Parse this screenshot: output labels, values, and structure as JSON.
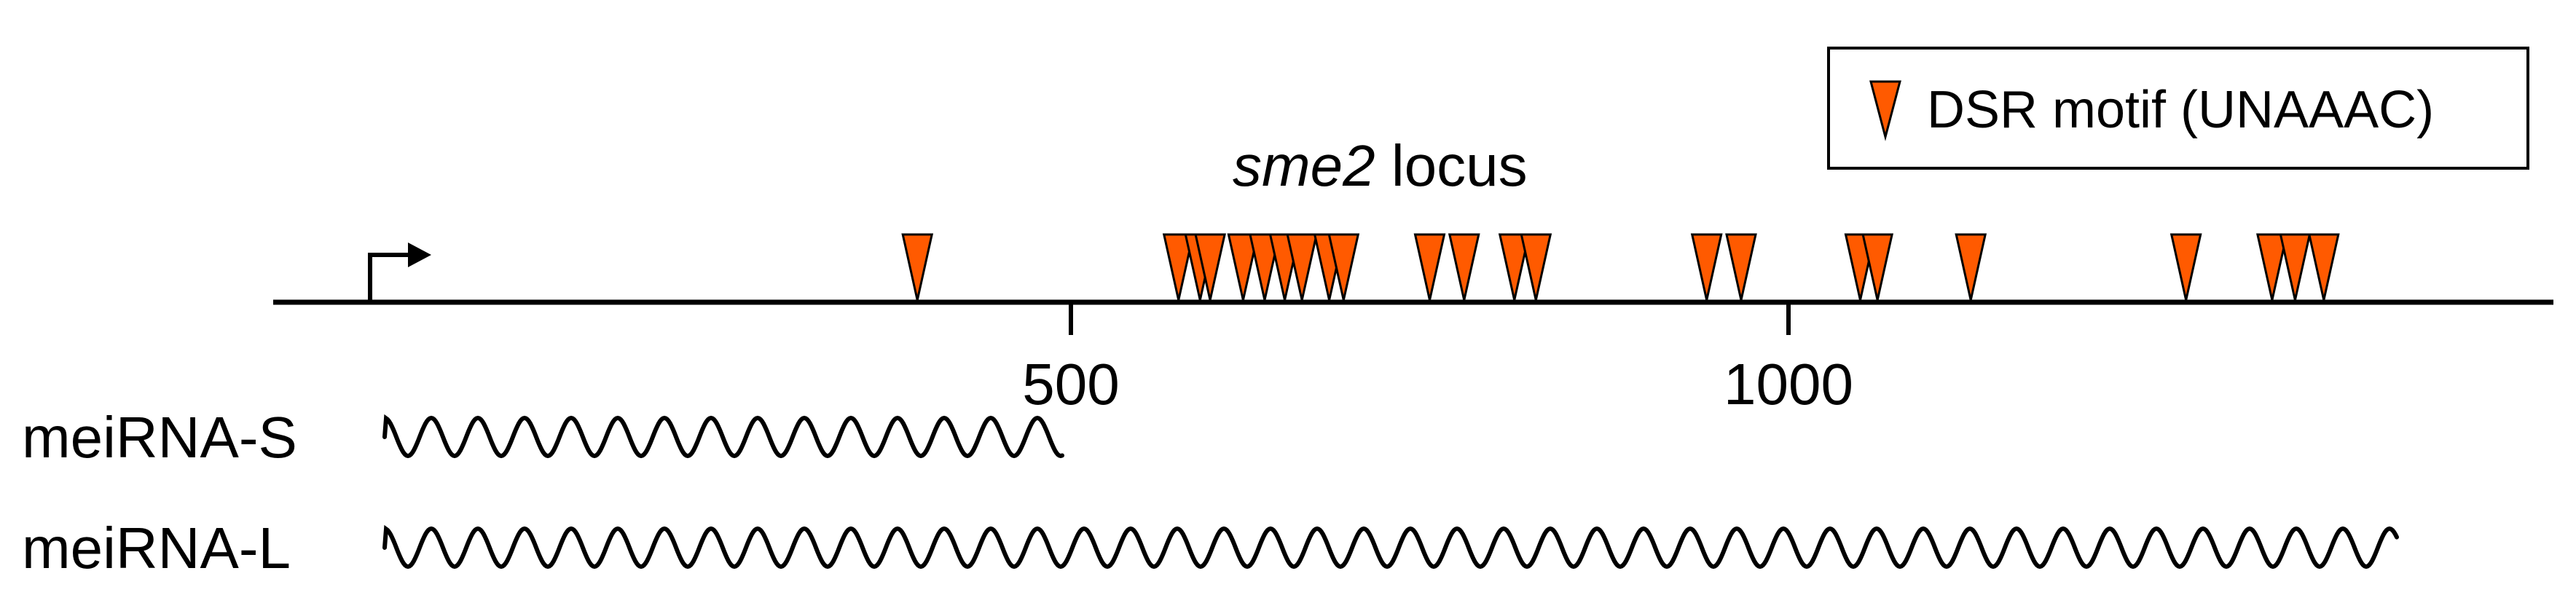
{
  "figure": {
    "title_italic": "sme2",
    "title_rest": " locus",
    "axis_ticks": [
      {
        "value": 500,
        "label": "500"
      },
      {
        "value": 1000,
        "label": "1000"
      }
    ],
    "legend": {
      "label": "DSR motif (UNAAAC)",
      "marker_color": "#ff5a00"
    },
    "motif_positions": [
      393,
      575,
      590,
      597,
      620,
      635,
      649,
      661,
      680,
      690,
      750,
      774,
      809,
      824,
      943,
      967,
      1050,
      1062,
      1127,
      1277,
      1337,
      1353,
      1373
    ],
    "transcripts": [
      {
        "name": "meiRNA-S",
        "start": 0,
        "end": 490
      },
      {
        "name": "meiRNA-L",
        "start": 0,
        "end": 1420
      }
    ],
    "tss_position": 0
  }
}
